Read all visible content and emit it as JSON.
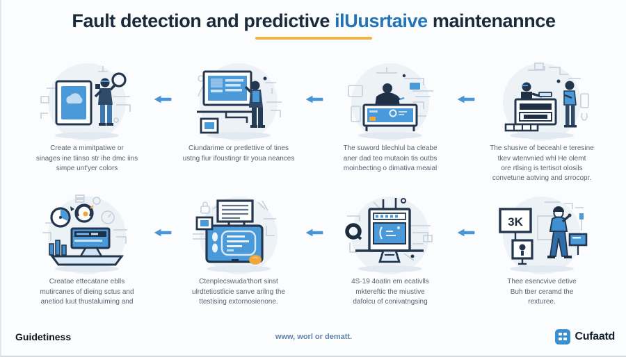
{
  "title": {
    "part1": "Fault detection and predictive ",
    "highlight": "ilUusrtaive",
    "part2": " maintenannce"
  },
  "panels": [
    {
      "caption": "Create a mimitpatiwe or\nsinages ine tiinso str ihe dmc iins\nsimpe unt'yer colors"
    },
    {
      "caption": "Ciundarime or pretlettive of tines\nustng fiur ifoustingr tir youa neances"
    },
    {
      "caption": "The suword blechlul ba cleabe\naner dad teo mutaoin tis outbs\nmoinbecting o dimativa meaial"
    },
    {
      "caption": "The shusive of beceahl e teresine\ntkev wtenvnied whl He olemt\nore rtlsing is tertisot olosils\nconvetune aotving and srrocopr."
    },
    {
      "caption": "Creatae ettecatane eblls\nmutircanes of dieing sctus and\nanetiod luut thustaluiming and"
    },
    {
      "caption": "Ctenplecswuda'thort sinst\nulrdtetiostlicie sanve arilng the\nttestising extornosienone."
    },
    {
      "caption": "4S·19 4oatin em ecativlls\nmktereftic the miustive\ndafolcu of conivatngsing"
    },
    {
      "caption": "Thee esencvive detive\nBuh tber ceramd the\nrexturee.",
      "sign_label": "3K"
    }
  ],
  "footer": {
    "brand": "Guidetiness",
    "url": "www, worl or dematt.",
    "logo_text": "Cufaatd"
  },
  "colors": {
    "accent_blue": "#2273b8",
    "underline_gold": "#f0b53a",
    "arrow_blue": "#4a94d8",
    "illustration_navy": "#24364d",
    "screen_blue": "#4a9ad9",
    "orange_accent": "#efa63e",
    "circle_bg": "#edf2f7"
  }
}
